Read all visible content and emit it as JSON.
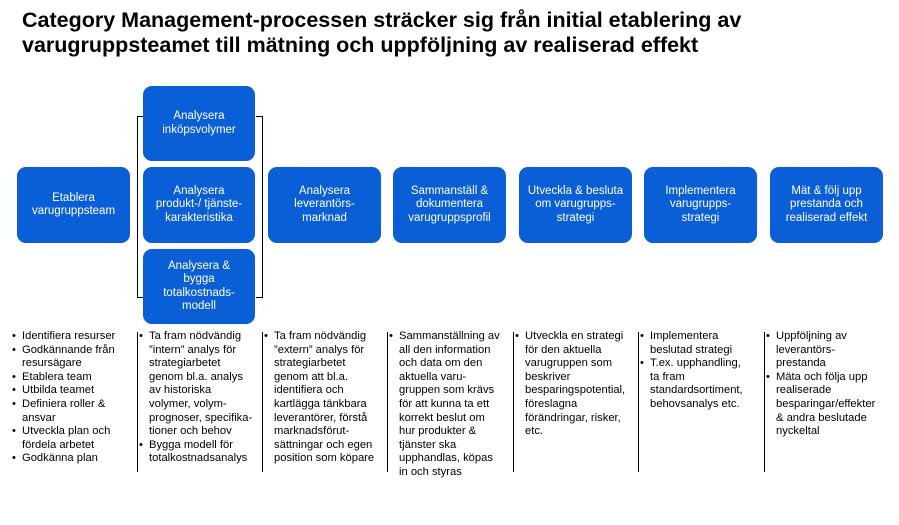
{
  "title": "Category Management-processen sträcker sig från initial etablering av varugruppsteamet till mätning och uppföljning av realiserad effekt",
  "colors": {
    "box": "#0a5fd6",
    "box_text": "#ffffff"
  },
  "boxes": {
    "b1": "Etablera\nvarugruppsteam",
    "b2a": "Analysera\ninköpsvolymer",
    "b2b": "Analysera\nprodukt-/ tjänste-\nkarakteristika",
    "b2c": "Analysera  &\nbygga\ntotalkostnads-\nmodell",
    "b3": "Analysera\nleverantörs-\nmarknad",
    "b4": "Sammanställ &\ndokumentera\nvarugruppsprofil",
    "b5": "Utveckla & besluta\nom varugrupps-\nstrategi",
    "b6": "Implementera\nvarugrupps-\nstrategi",
    "b7": "Mät & följ upp\nprestanda och\nrealiserad effekt"
  },
  "bullets": {
    "c1": [
      "Identifiera resurser",
      "Godkännande från\nresursägare",
      "Etablera team",
      "Utbilda teamet",
      "Definiera roller &\nansvar",
      "Utveckla plan och\nfördela arbetet",
      "Godkänna plan"
    ],
    "c2": [
      "Ta fram nödvändig\n”intern” analys för\nstrategiarbetet\ngenom bl.a. analys\nav historiska\nvolymer, volym-\nprognoser, specifika-\ntioner och behov",
      "Bygga modell för\ntotalkostnadsanalys"
    ],
    "c3": [
      "Ta fram nödvändig\n”extern” analys för\nstrategiarbetet\ngenom att bl.a.\nidentifiera och\nkartlägga tänkbara\nleverantörer, förstå\nmarknadsförut-\nsättningar och egen\nposition som köpare"
    ],
    "c4": [
      "Sammanställning av\nall den information\noch data om den\naktuella varu-\ngruppen som krävs\nför att kunna ta ett\nkorrekt beslut om\nhur produkter &\ntjänster ska\nupphandlas, köpas\nin och styras"
    ],
    "c5": [
      "Utveckla en strategi\nför den aktuella\nvarugruppen som\nbeskriver\nbesparingspotential,\nföreslagna\nförändringar, risker,\netc."
    ],
    "c6": [
      "Implementera\nbeslutad strategi",
      "T.ex. upphandling,\nta fram\nstandardsortiment,\nbehovsanalys etc."
    ],
    "c7": [
      "Uppföljning av\nleverantörs-\nprestanda",
      "Mäta och följa upp\nrealiserade\nbesparingar/effekter\n& andra beslutade\nnyckeltal"
    ]
  }
}
